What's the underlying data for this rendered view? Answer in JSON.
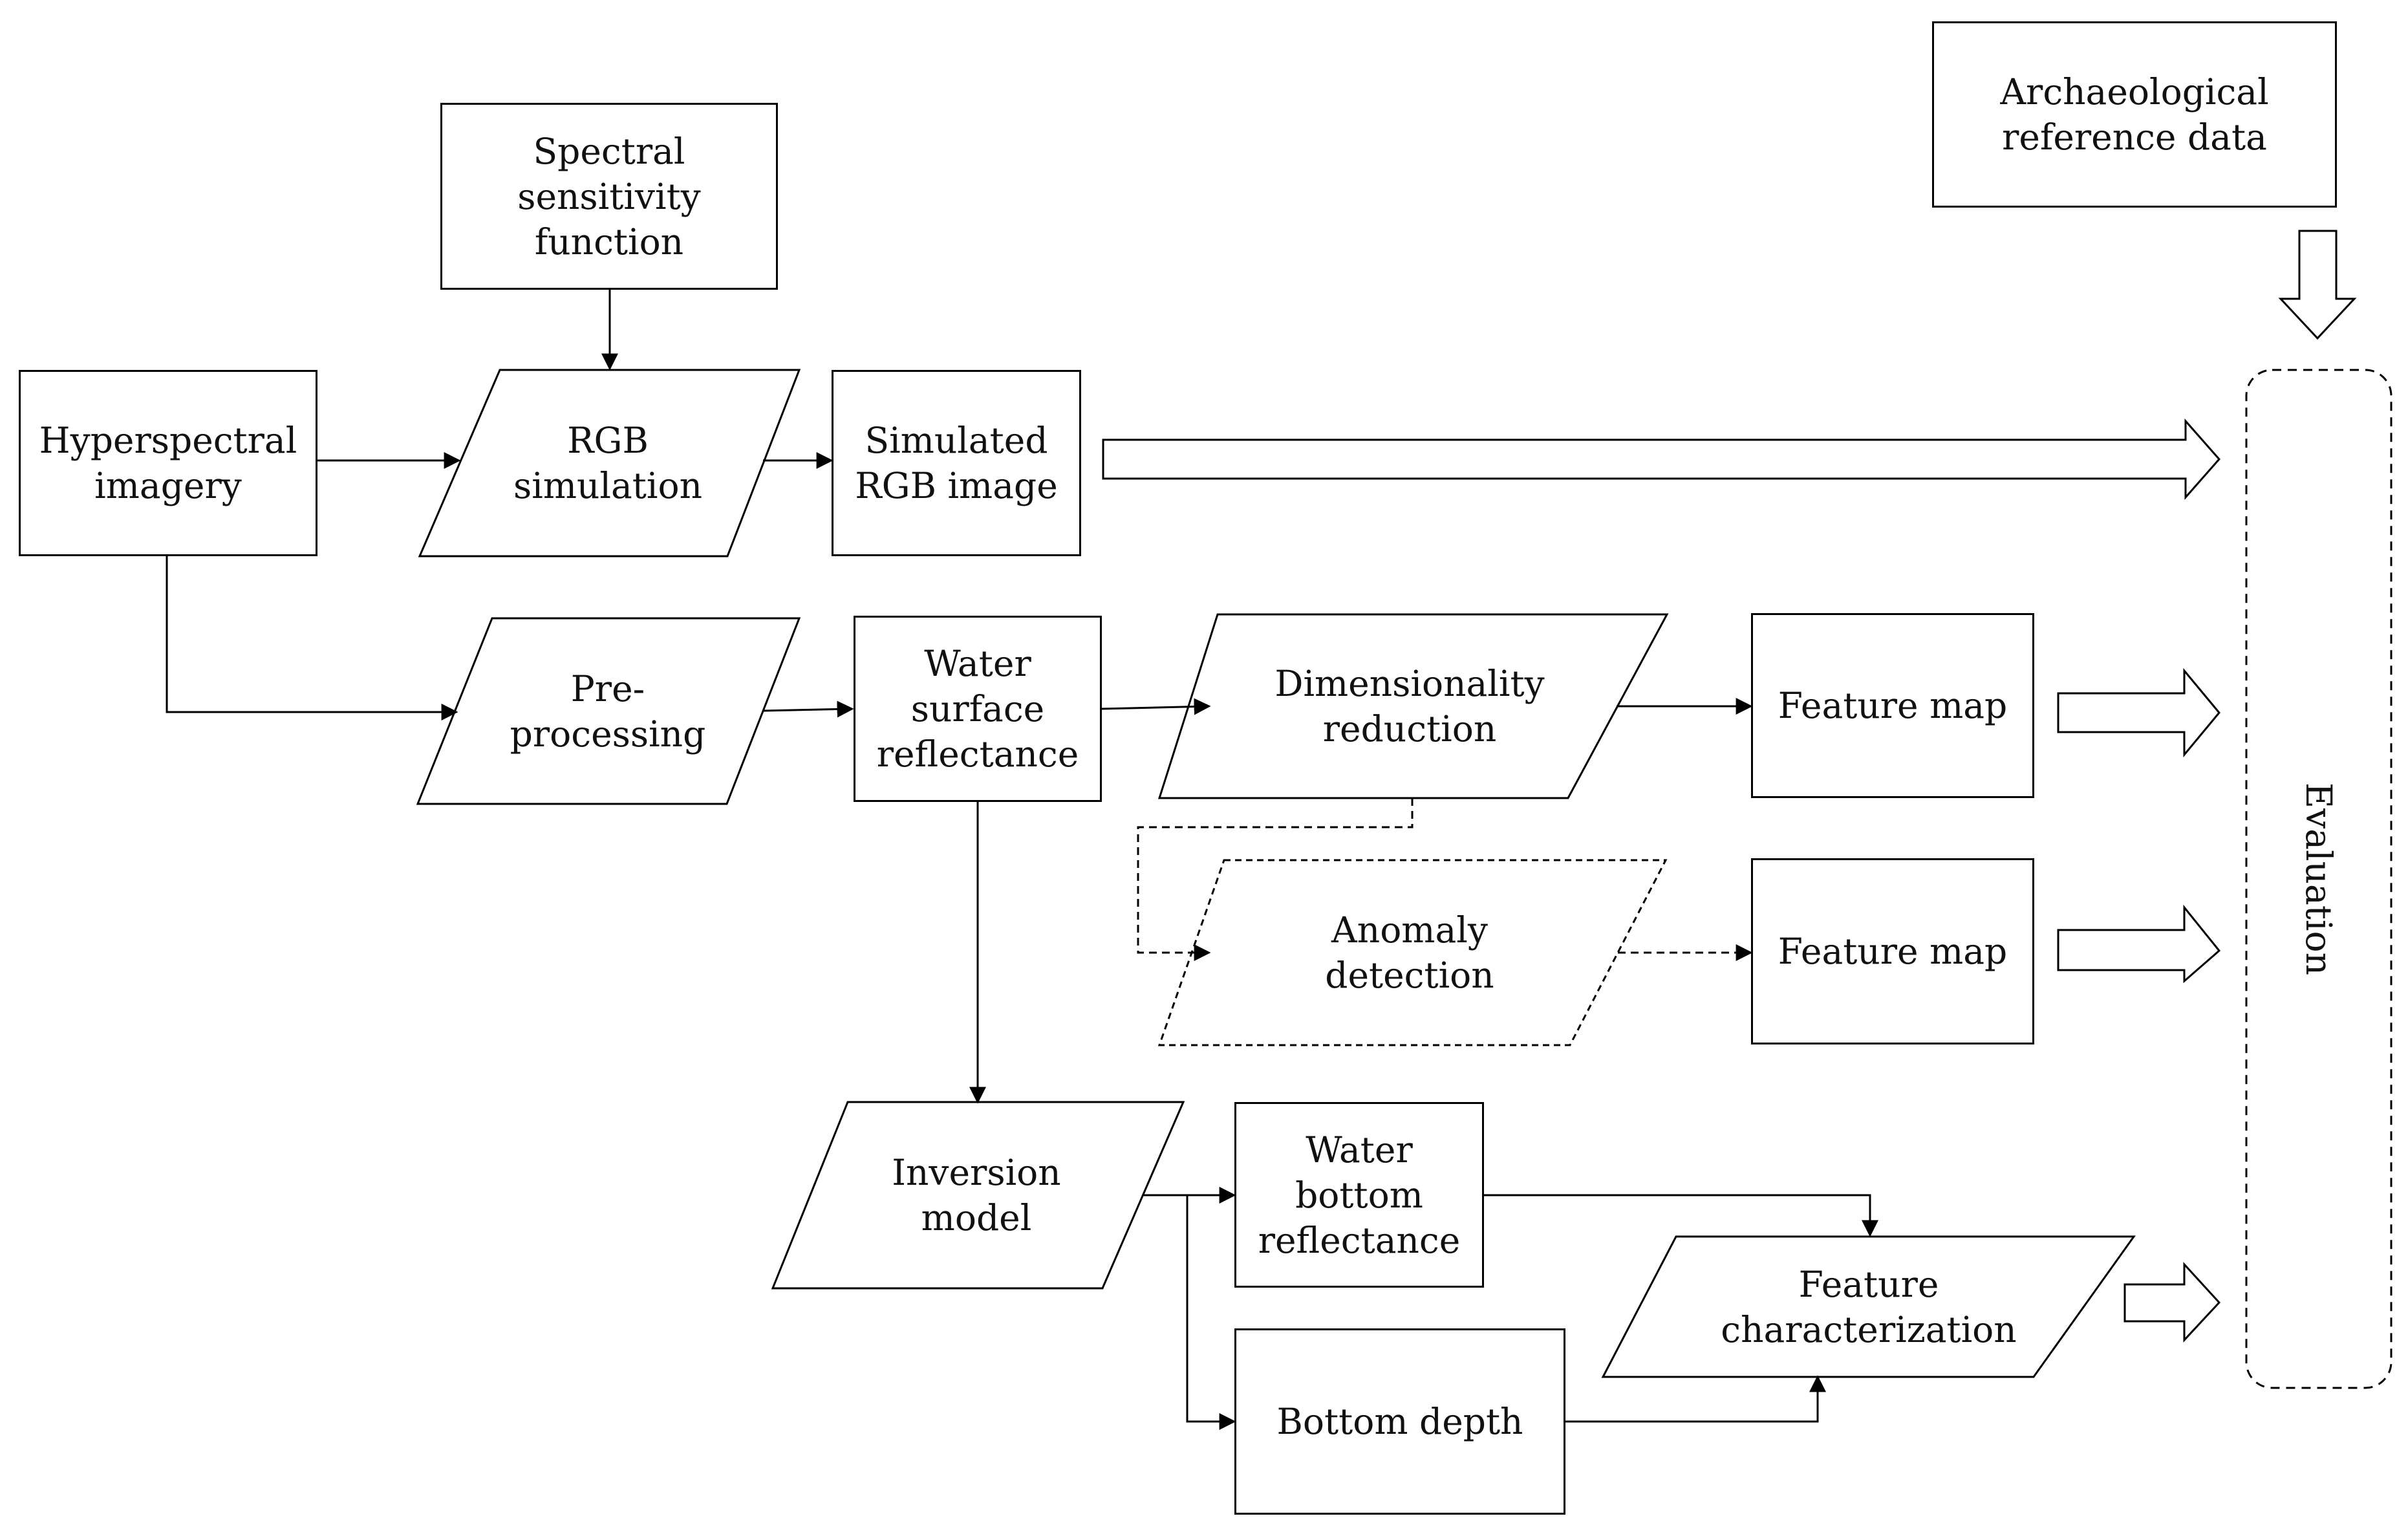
{
  "nodes": {
    "hyperspectral": "Hyperspectral\nimagery",
    "spectral_sensitivity": "Spectral\nsensitivity\nfunction",
    "rgb_simulation": "RGB\nsimulation",
    "simulated_rgb": "Simulated\nRGB image",
    "archaeological": "Archaeological\nreference data",
    "preprocessing": "Pre-\nprocessing",
    "water_surface": "Water\nsurface\nreflectance",
    "dim_reduction": "Dimensionality\nreduction",
    "feature_map_1": "Feature map",
    "anomaly": "Anomaly\ndetection",
    "feature_map_2": "Feature map",
    "inversion": "Inversion\nmodel",
    "water_bottom": "Water\nbottom\nreflectance",
    "feature_char": "Feature\ncharacterization",
    "bottom_depth": "Bottom depth",
    "evaluation": "Evaluation"
  }
}
